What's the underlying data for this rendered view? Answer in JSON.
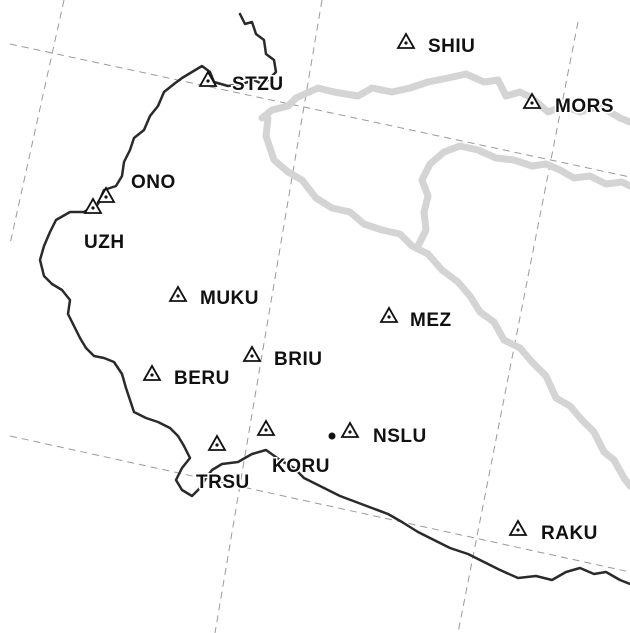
{
  "map": {
    "colors": {
      "background": "#ffffff",
      "border_main": "#2a2a2a",
      "border_secondary": "#d4d4d4",
      "graticule": "#9a9a9a",
      "marker": "#111111"
    },
    "stations": [
      {
        "id": "SHIU",
        "label": "SHIU"
      },
      {
        "id": "STZU",
        "label": "STZU"
      },
      {
        "id": "MORS",
        "label": "MORS"
      },
      {
        "id": "ONO",
        "label": "ONO"
      },
      {
        "id": "UZH",
        "label": "UZH"
      },
      {
        "id": "MUKU",
        "label": "MUKU"
      },
      {
        "id": "MEZ",
        "label": "MEZ"
      },
      {
        "id": "BRIU",
        "label": "BRIU"
      },
      {
        "id": "BERU",
        "label": "BERU"
      },
      {
        "id": "NSLU",
        "label": "NSLU"
      },
      {
        "id": "KORU",
        "label": "KORU"
      },
      {
        "id": "TRSU",
        "label": "TRSU"
      },
      {
        "id": "RAKU",
        "label": "RAKU"
      }
    ],
    "marker_icon": "triangle-with-dot-icon"
  }
}
